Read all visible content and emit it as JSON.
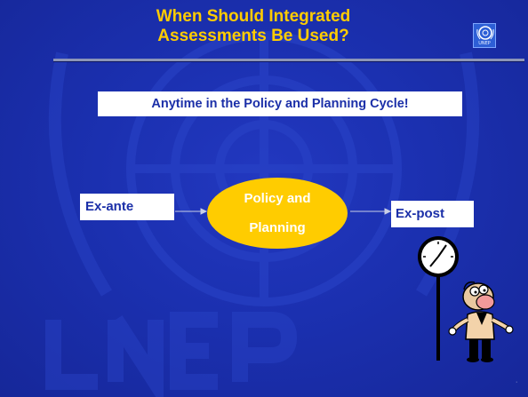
{
  "title": {
    "line1": "When Should Integrated",
    "line2": "Assessments Be Used?"
  },
  "logo": {
    "text": "UNEP"
  },
  "subtitle": "Anytime in the Policy and Planning Cycle!",
  "diagram": {
    "left_box": "Ex-ante",
    "center": {
      "line1": "Policy and",
      "line2": "Planning"
    },
    "right_box": "Ex-post"
  },
  "icons": [
    "un-emblem-watermark",
    "unep-logo-icon",
    "clock-icon",
    "cartoon-man-icon"
  ],
  "colors": {
    "background": "#1b30b0",
    "title": "#ffcc00",
    "ellipse": "#ffcc00",
    "box_fill": "#ffffff",
    "box_text": "#1b2fa8"
  }
}
